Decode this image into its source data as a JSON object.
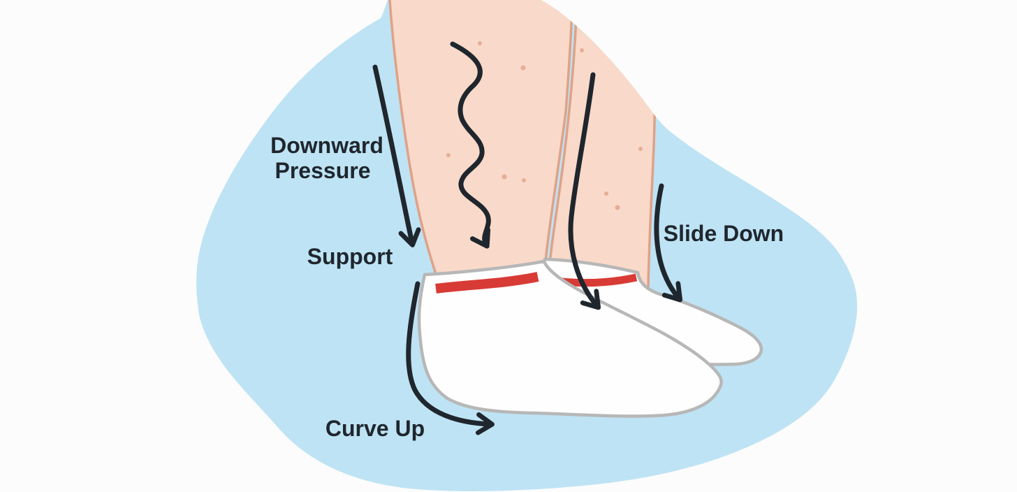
{
  "illustration": {
    "title": "Sock slide diagram",
    "description": "Cartoon of two lower legs wearing white ankle socks with red stripes on a light blue blob background. Arrows annotate forces: downward pressure on the leg, support at the heel, socks sliding down, and the sock curving up under the foot.",
    "labels": {
      "downward_pressure_line1": "Downward",
      "downward_pressure_line2": "Pressure",
      "support": "Support",
      "slide_down": "Slide Down",
      "curve_up": "Curve Up"
    },
    "colors": {
      "page_background": "#fcfcfc",
      "background_blob": "#bee3f4",
      "skin": "#f9d9c9",
      "skin_outline": "#dea288",
      "freckle": "#e5ae95",
      "sock": "#fefefe",
      "sock_outline": "#b7b7b7",
      "sock_stripe": "#d83b35",
      "annotation": "#1f262d"
    }
  }
}
